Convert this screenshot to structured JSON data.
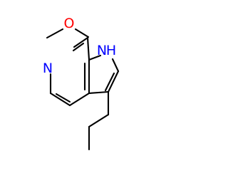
{
  "molecule": {
    "atoms": {
      "oxygen": {
        "symbol": "O",
        "color": "#ff0000"
      },
      "pyridine_nitrogen": {
        "symbol": "N",
        "color": "#0000ff"
      },
      "pyrrole_nitrogen": {
        "symbol": "H",
        "color": "#0000ff"
      },
      "pyrrole_n": {
        "symbol": "N",
        "color": "#0000ff"
      }
    },
    "bond_color": "#000000"
  }
}
